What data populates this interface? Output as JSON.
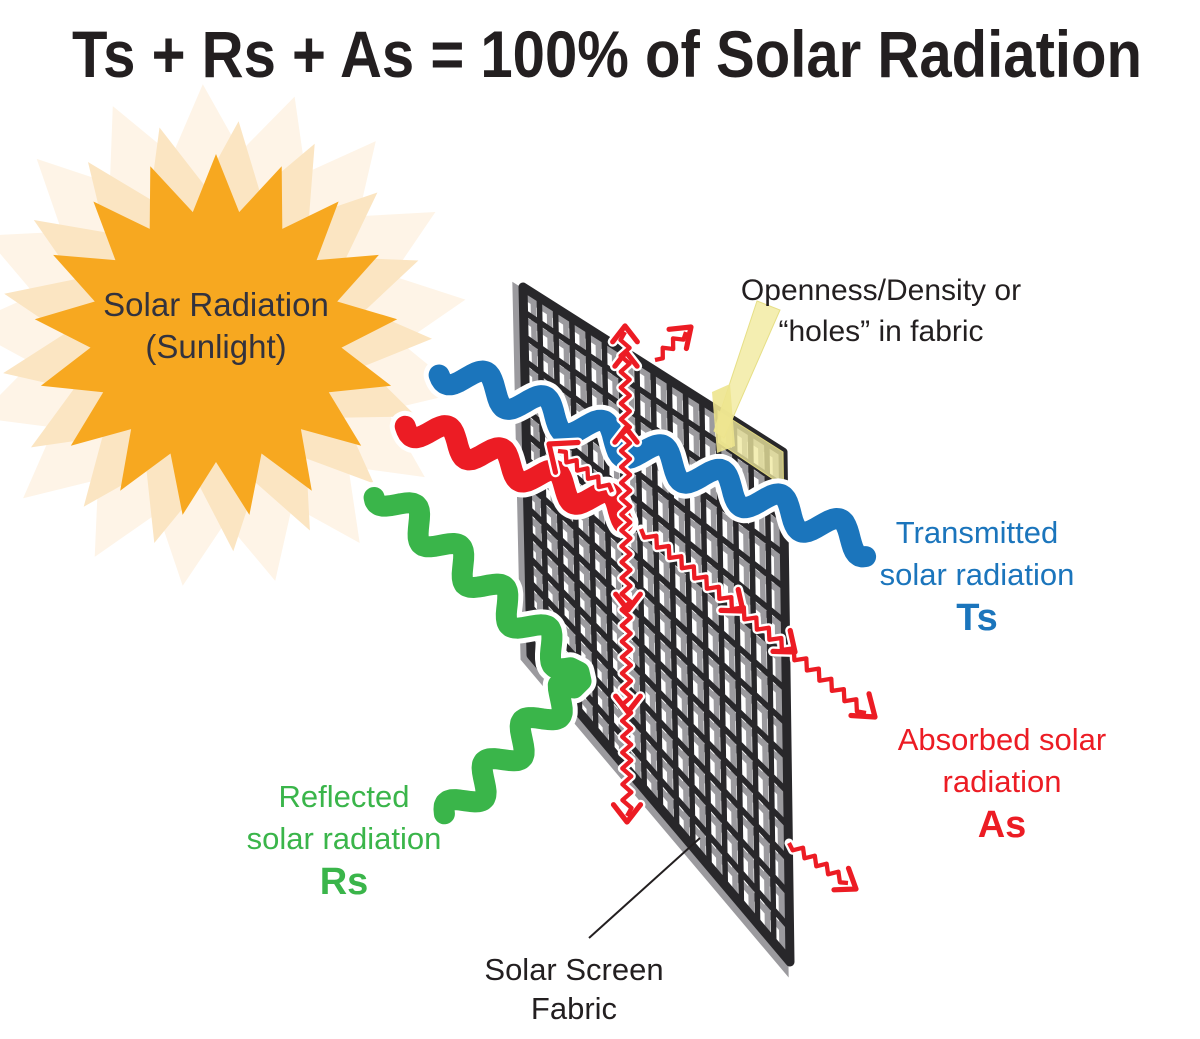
{
  "title": "Ts + Rs + As = 100% of Solar Radiation",
  "sun": {
    "line1": "Solar Radiation",
    "line2": "(Sunlight)"
  },
  "callouts": {
    "openness": {
      "line1": "Openness/Density or",
      "line2": "“holes” in fabric"
    },
    "transmitted": {
      "line1": "Transmitted",
      "line2": "solar radiation",
      "symbol": "Ts"
    },
    "absorbed": {
      "line1": "Absorbed solar",
      "line2": "radiation",
      "symbol": "As"
    },
    "reflected": {
      "line1": "Reflected",
      "line2": "solar radiation",
      "symbol": "Rs"
    },
    "fabric": {
      "line1": "Solar Screen",
      "line2": "Fabric"
    }
  },
  "colors": {
    "text_dark": "#231F20",
    "sun_body": "#F7A820",
    "sun_halo_inner": "#FBE5C2",
    "sun_halo_outer": "#FEF4E7",
    "sun_text": "#32323E",
    "transmitted_blue": "#1B75BC",
    "absorbed_red": "#EC1C24",
    "reflected_green": "#3AB54A",
    "grid_dark": "#28272A",
    "grid_shadow": "#9B9A9E",
    "hole_highlight": "#EFE9A0",
    "wedge_yellow": "#F2ECA6"
  }
}
